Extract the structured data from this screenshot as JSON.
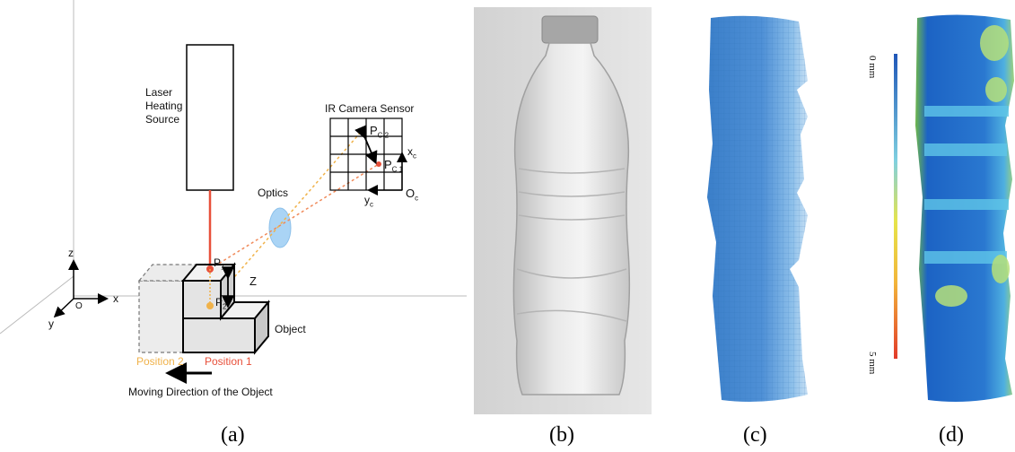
{
  "panel_a": {
    "laser_line1": "Laser",
    "laser_line2": "Heating",
    "laser_line3": "Source",
    "ir_sensor": "IR Camera Sensor",
    "optics": "Optics",
    "object": "Object",
    "z_label": "Z",
    "axis_z": "z",
    "axis_x": "x",
    "axis_y": "y",
    "origin": "O",
    "p1": "P",
    "p1_sub": "1",
    "p2": "P",
    "p2_sub": "2",
    "pc1": "P",
    "pc1_sub": "C 1",
    "pc2": "P",
    "pc2_sub": "C 2",
    "xc": "x",
    "xc_sub": "c",
    "yc": "y",
    "yc_sub": "c",
    "oc": "O",
    "oc_sub": "c",
    "position2": "Position 2",
    "position1": "Position 1",
    "moving_direction": "Moving Direction of the Object",
    "caption": "(a)",
    "colors": {
      "laser": "#e8503a",
      "position2": "#f0b24a",
      "optics": "#aad4f5"
    }
  },
  "panel_b": {
    "caption": "(b)"
  },
  "panel_c": {
    "caption": "(c)"
  },
  "panel_d": {
    "caption": "(d)",
    "scale_top": "0 mm",
    "scale_bottom": "5 mm"
  }
}
